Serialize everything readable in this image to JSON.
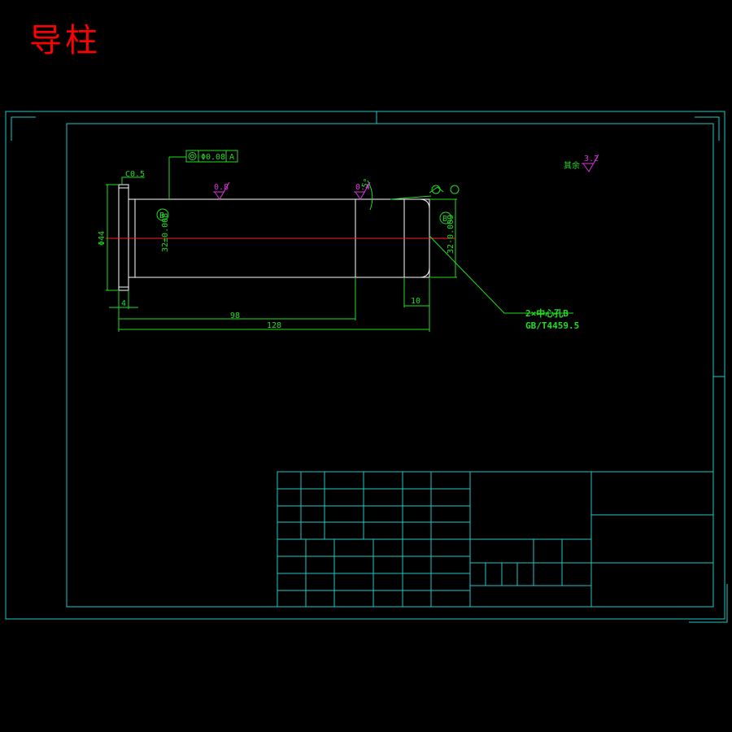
{
  "title": "导柱",
  "colors": {
    "frame": "#22c8c8",
    "part": "#ffffff",
    "dimension": "#22dd22",
    "centerline": "#ff2020",
    "roughness": "#dd33dd",
    "title": "#ff0000"
  },
  "dims": {
    "d1": "98",
    "d2": "128",
    "d3": "10",
    "d4": "4",
    "chamfer": "C0.5",
    "dia_head": "Φ44",
    "dia_left": "32±0.008",
    "dia_right": "32-0.009",
    "angle": "5°"
  },
  "tolerance": {
    "value": "Φ0.08",
    "datum": "A"
  },
  "roughness": {
    "r1": "0.8",
    "r2": "0.4",
    "r3": "3.2",
    "rest_label": "其余"
  },
  "datum_marks": {
    "left": "B",
    "right": "B"
  },
  "center_hole": {
    "line1": "2×中心孔B",
    "line2": "GB/T4459.5"
  }
}
